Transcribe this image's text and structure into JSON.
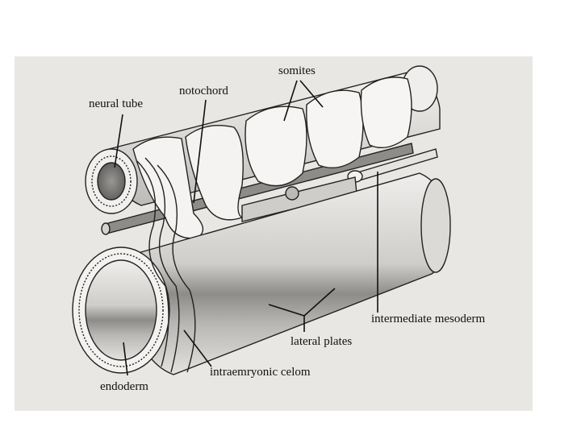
{
  "labels": {
    "neural_tube": "neural tube",
    "notochord": "notochord",
    "somites": "somites",
    "intermediate_mesoderm": "intermediate mesoderm",
    "lateral_plates": "lateral plates",
    "intraembryonic_celom": "intraemryonic celom",
    "endoderm": "endoderm"
  },
  "colors": {
    "paper": "#e9e7e3",
    "ink": "#222222",
    "tissue_light": "#f4f3f1",
    "tissue_mid": "#cfcdca",
    "tissue_dark": "#8e8c89"
  }
}
